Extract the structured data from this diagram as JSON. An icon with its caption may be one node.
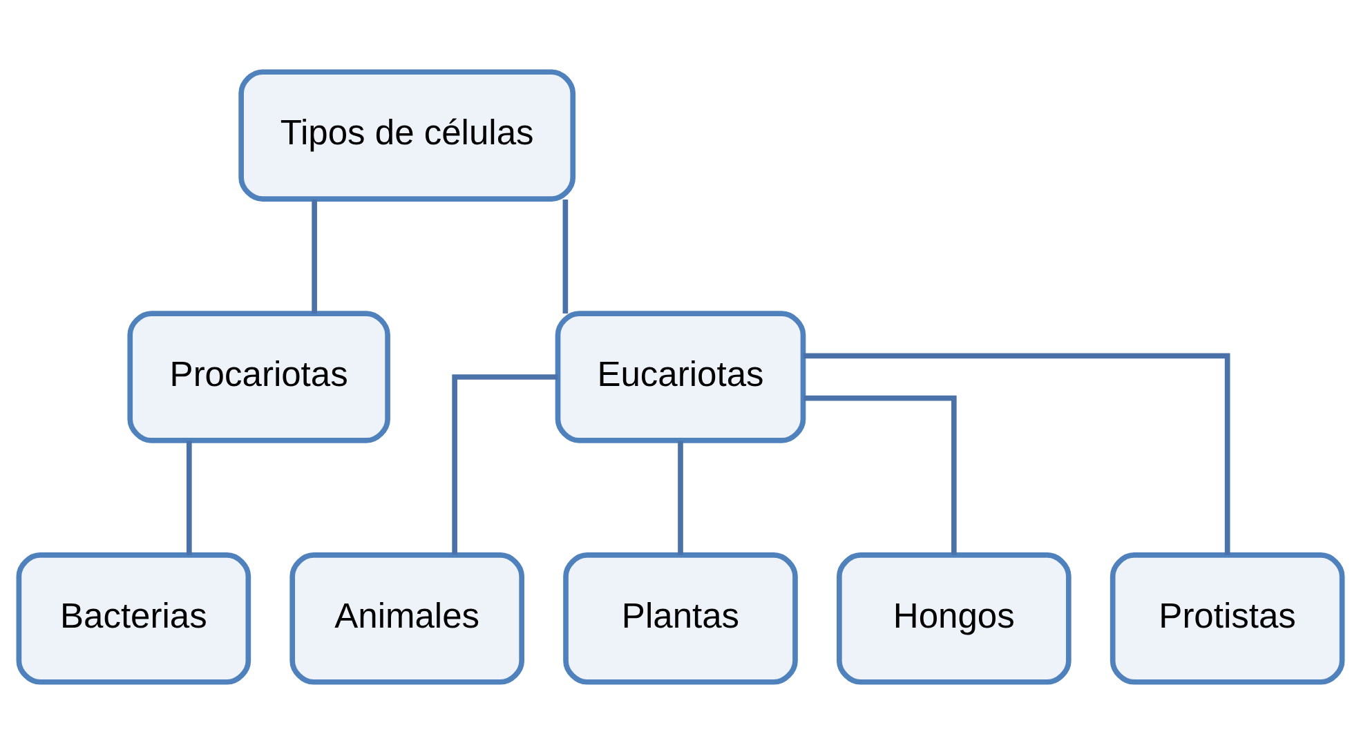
{
  "diagram": {
    "nodes": [
      {
        "text": [
          "Tipos de células"
        ]
      },
      {
        "text": [
          "Procariotas"
        ]
      },
      {
        "text": [
          "Eucariotas"
        ]
      },
      {
        "text": [
          "Bacterias"
        ]
      },
      {
        "text": [
          "Animales"
        ]
      },
      {
        "text": [
          "Plantas"
        ]
      },
      {
        "text": [
          "Hongos"
        ]
      },
      {
        "text": [
          "Protistas"
        ]
      }
    ],
    "edges": [
      {
        "from": 0,
        "to": 1,
        "arrow": "none"
      },
      {
        "from": 0,
        "to": 2,
        "arrow": "none"
      },
      {
        "from": 1,
        "to": 3,
        "arrow": "none"
      },
      {
        "from": 2,
        "to": 4,
        "arrow": "none"
      },
      {
        "from": 2,
        "to": 5,
        "arrow": "none"
      },
      {
        "from": 2,
        "to": 6,
        "arrow": "none"
      },
      {
        "from": 2,
        "to": 7,
        "arrow": "none"
      }
    ]
  }
}
